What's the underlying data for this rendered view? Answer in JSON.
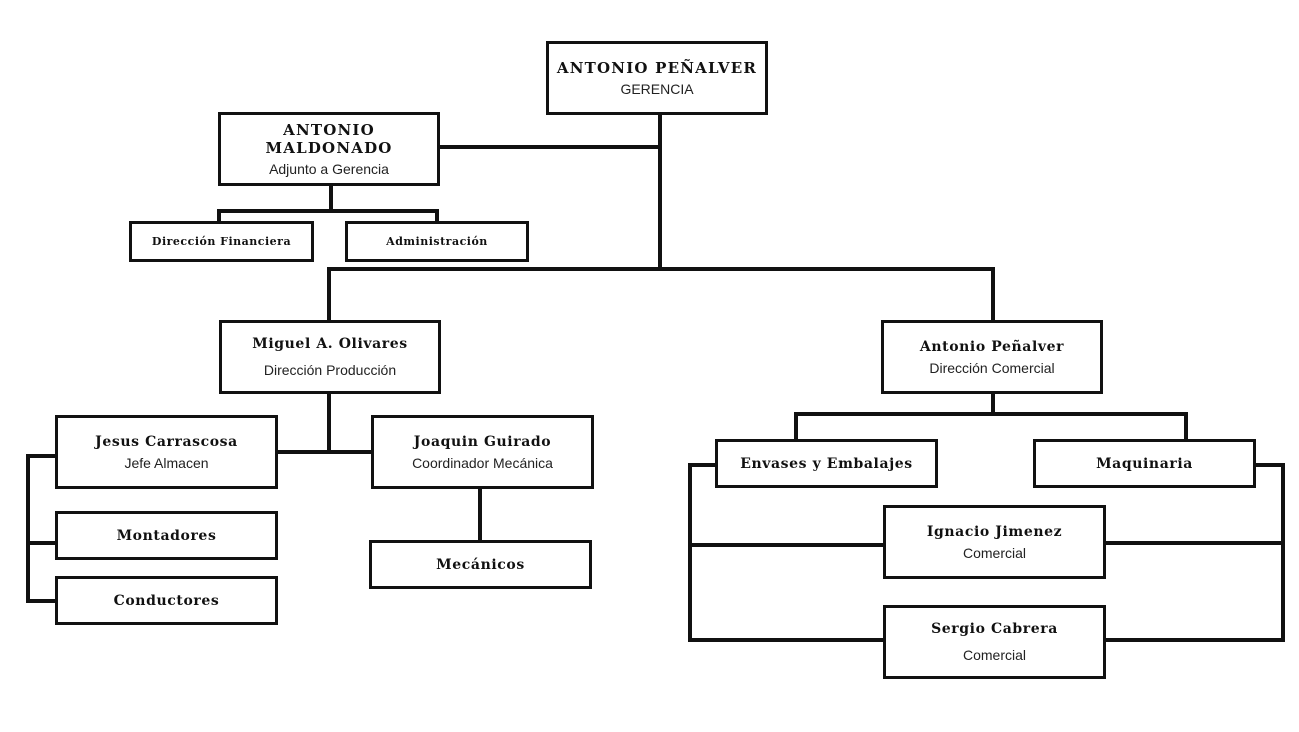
{
  "nodes": {
    "gerencia": {
      "name": "ANTONIO PEÑALVER",
      "role": "GERENCIA"
    },
    "adjunto": {
      "name": "ANTONIO MALDONADO",
      "role": "Adjunto a Gerencia"
    },
    "dir_financiera": {
      "name": "Dirección Financiera"
    },
    "administracion": {
      "name": "Administración"
    },
    "dir_produccion": {
      "name": "Miguel A. Olivares",
      "role": "Dirección Producción"
    },
    "dir_comercial": {
      "name": "Antonio Peñalver",
      "role": "Dirección Comercial"
    },
    "jefe_almacen": {
      "name": "Jesus Carrascosa",
      "role": "Jefe Almacen"
    },
    "montadores": {
      "name": "Montadores"
    },
    "conductores": {
      "name": "Conductores"
    },
    "coordinador": {
      "name": "Joaquin Guirado",
      "role": "Coordinador Mecánica"
    },
    "mecanicos": {
      "name": "Mecánicos"
    },
    "envases": {
      "name": "Envases y Embalajes"
    },
    "maquinaria": {
      "name": "Maquinaria"
    },
    "comercial_1": {
      "name": "Ignacio Jimenez",
      "role": "Comercial"
    },
    "comercial_2": {
      "name": "Sergio Cabrera",
      "role": "Comercial"
    }
  }
}
